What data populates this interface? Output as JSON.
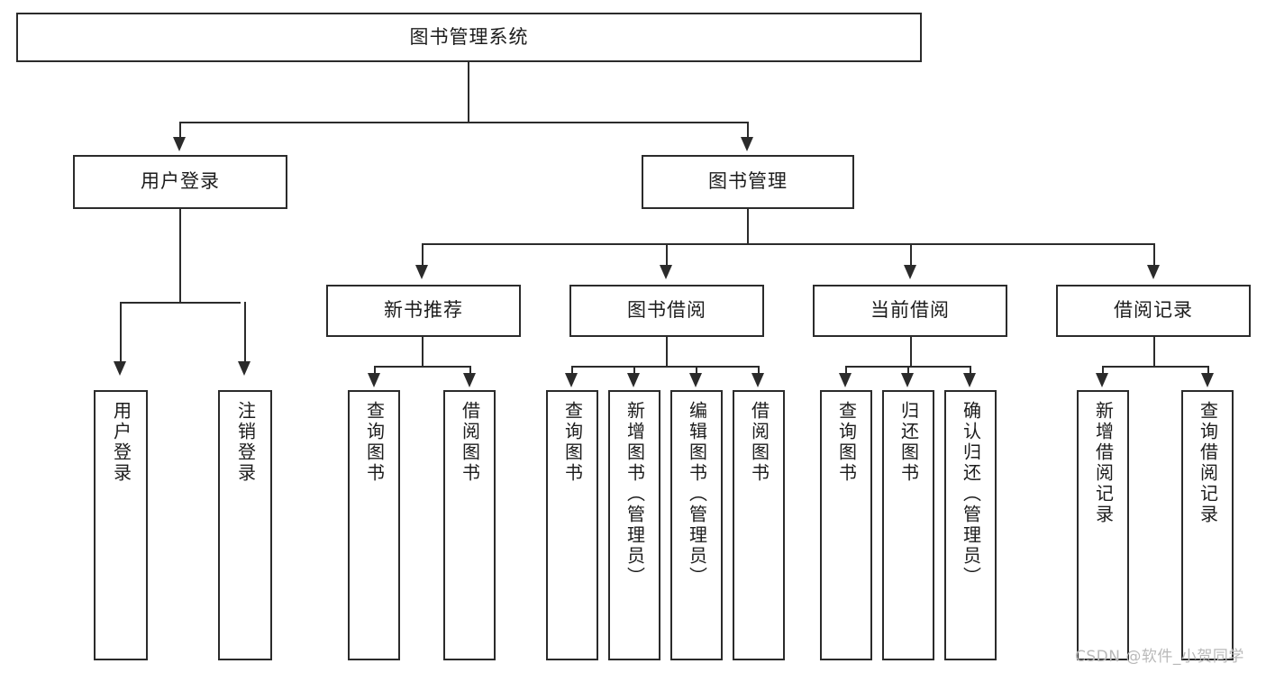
{
  "diagram": {
    "title": "图书管理系统",
    "watermark": "CSDN @软件_小贺同学",
    "root": {
      "label": "图书管理系统"
    },
    "level2": [
      {
        "label": "用户登录"
      },
      {
        "label": "图书管理"
      }
    ],
    "level3": [
      {
        "label": "新书推荐"
      },
      {
        "label": "图书借阅"
      },
      {
        "label": "当前借阅"
      },
      {
        "label": "借阅记录"
      }
    ],
    "leaves": [
      {
        "label": "用户登录",
        "parent": "用户登录"
      },
      {
        "label": "注销登录",
        "parent": "用户登录"
      },
      {
        "label": "查询图书",
        "parent": "新书推荐"
      },
      {
        "label": "借阅图书",
        "parent": "新书推荐"
      },
      {
        "label": "查询图书",
        "parent": "图书借阅"
      },
      {
        "label": "新增图书（管理员）",
        "parent": "图书借阅"
      },
      {
        "label": "编辑图书（管理员）",
        "parent": "图书借阅"
      },
      {
        "label": "借阅图书",
        "parent": "图书借阅"
      },
      {
        "label": "查询图书",
        "parent": "当前借阅"
      },
      {
        "label": "归还图书",
        "parent": "当前借阅"
      },
      {
        "label": "确认归还（管理员）",
        "parent": "当前借阅"
      },
      {
        "label": "新增借阅记录",
        "parent": "借阅记录"
      },
      {
        "label": "查询借阅记录",
        "parent": "借阅记录"
      }
    ],
    "colors": {
      "stroke": "#2b2b2b",
      "fill": "#ffffff",
      "text": "#1c1c1c",
      "watermark": "#b9b9b9"
    }
  }
}
